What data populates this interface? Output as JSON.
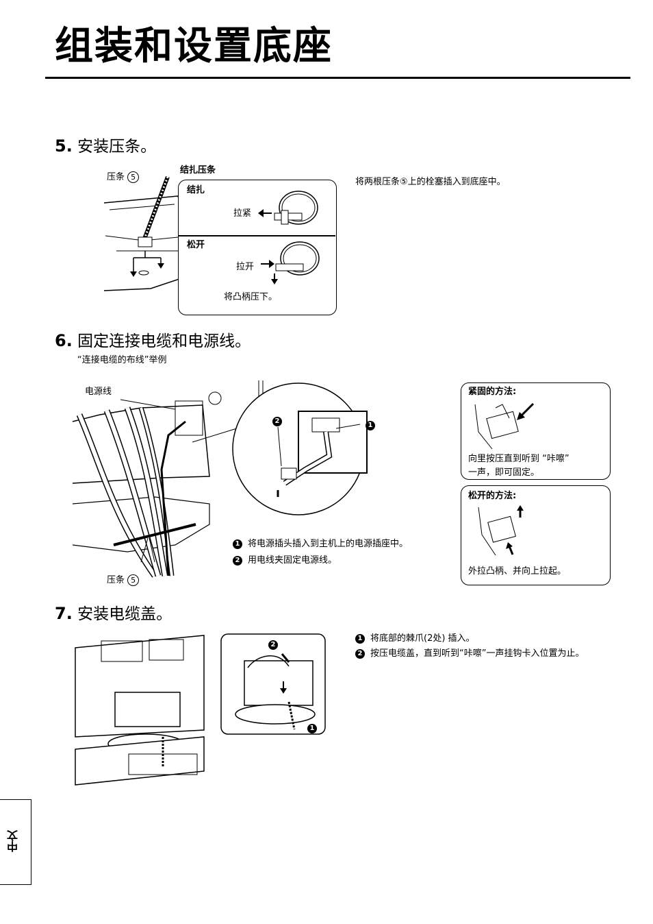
{
  "page_title": "组装和设置底座",
  "lang_tab": "中文",
  "section5": {
    "number": "5.",
    "heading": "安装压条。",
    "label_band": "压条",
    "label_band_num": "5",
    "panel_title": "结扎压条",
    "tie_label": "结扎",
    "tighten_label": "拉紧",
    "loosen_label": "松开",
    "open_label": "拉开",
    "press_lever_label": "将凸柄压下。",
    "instruction": "将两根压条⑤上的栓塞插入到底座中。"
  },
  "section6": {
    "number": "6.",
    "heading": "固定连接电缆和电源线。",
    "subheading": "“连接电缆的布线”举例",
    "power_cord_label": "电源线",
    "band_label": "压条",
    "band_num": "5",
    "callout_1": "1",
    "callout_2": "2",
    "step1": "将电源插头插入到主机上的电源插座中。",
    "step2": "用电线夹固定电源线。",
    "fasten_box": {
      "title": "紧固的方法:",
      "text_line1": "向里按压直到听到 “咔嚓”",
      "text_line2": "一声，即可固定。"
    },
    "release_box": {
      "title": "松开的方法:",
      "text": "外拉凸柄、并向上拉起。"
    }
  },
  "section7": {
    "number": "7.",
    "heading": "安装电缆盖。",
    "callout_1": "1",
    "callout_2": "2",
    "step1": "将底部的棘爪(2处) 插入。",
    "step2": "按压电缆盖，直到听到“咔嚓”一声挂钩卡入位置为止。"
  }
}
